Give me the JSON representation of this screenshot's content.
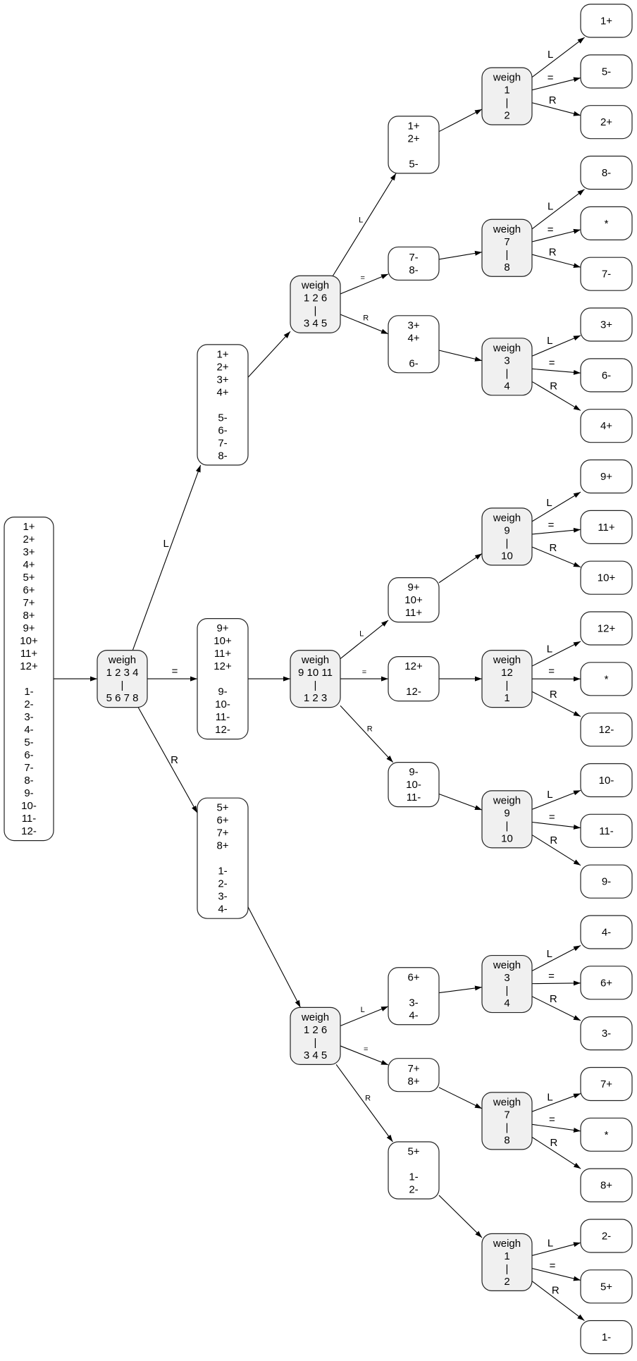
{
  "colors": {
    "weigh_fill": "#f0f0f0",
    "set_fill": "#ffffff",
    "stroke": "#222222",
    "text": "#000000"
  },
  "nodes": [
    {
      "id": "root",
      "kind": "set",
      "lines": [
        "1+",
        "2+",
        "3+",
        "4+",
        "5+",
        "6+",
        "7+",
        "8+",
        "9+",
        "10+",
        "11+",
        "12+",
        "",
        "1-",
        "2-",
        "3-",
        "4-",
        "5-",
        "6-",
        "7-",
        "8-",
        "9-",
        "10-",
        "11-",
        "12-"
      ]
    },
    {
      "id": "w0",
      "kind": "weigh",
      "lines": [
        "weigh",
        "1 2 3 4",
        "|",
        "5 6 7 8"
      ]
    },
    {
      "id": "sL",
      "kind": "set",
      "lines": [
        "1+",
        "2+",
        "3+",
        "4+",
        "",
        "5-",
        "6-",
        "7-",
        "8-"
      ]
    },
    {
      "id": "sE",
      "kind": "set",
      "lines": [
        "9+",
        "10+",
        "11+",
        "12+",
        "",
        "9-",
        "10-",
        "11-",
        "12-"
      ]
    },
    {
      "id": "sR",
      "kind": "set",
      "lines": [
        "5+",
        "6+",
        "7+",
        "8+",
        "",
        "1-",
        "2-",
        "3-",
        "4-"
      ]
    },
    {
      "id": "wL",
      "kind": "weigh",
      "lines": [
        "weigh",
        "1 2 6",
        "|",
        "3 4 5"
      ]
    },
    {
      "id": "wE",
      "kind": "weigh",
      "lines": [
        "weigh",
        "9 10 11",
        "|",
        "1 2 3"
      ]
    },
    {
      "id": "wR",
      "kind": "weigh",
      "lines": [
        "weigh",
        "1 2 6",
        "|",
        "3 4 5"
      ]
    },
    {
      "id": "a1",
      "kind": "set",
      "lines": [
        "1+",
        "2+",
        "",
        "5-"
      ]
    },
    {
      "id": "a2",
      "kind": "set",
      "lines": [
        "7-",
        "8-"
      ]
    },
    {
      "id": "a3",
      "kind": "set",
      "lines": [
        "3+",
        "4+",
        "",
        "6-"
      ]
    },
    {
      "id": "a4",
      "kind": "set",
      "lines": [
        "9+",
        "10+",
        "11+"
      ]
    },
    {
      "id": "a5",
      "kind": "set",
      "lines": [
        "12+",
        "",
        "12-"
      ]
    },
    {
      "id": "a6",
      "kind": "set",
      "lines": [
        "9-",
        "10-",
        "11-"
      ]
    },
    {
      "id": "a7",
      "kind": "set",
      "lines": [
        "6+",
        "",
        "3-",
        "4-"
      ]
    },
    {
      "id": "a8",
      "kind": "set",
      "lines": [
        "7+",
        "8+"
      ]
    },
    {
      "id": "a9",
      "kind": "set",
      "lines": [
        "5+",
        "",
        "1-",
        "2-"
      ]
    },
    {
      "id": "b1",
      "kind": "weigh",
      "lines": [
        "weigh",
        "1",
        "|",
        "2"
      ]
    },
    {
      "id": "b2",
      "kind": "weigh",
      "lines": [
        "weigh",
        "7",
        "|",
        "8"
      ]
    },
    {
      "id": "b3",
      "kind": "weigh",
      "lines": [
        "weigh",
        "3",
        "|",
        "4"
      ]
    },
    {
      "id": "b4",
      "kind": "weigh",
      "lines": [
        "weigh",
        "9",
        "|",
        "10"
      ]
    },
    {
      "id": "b5",
      "kind": "weigh",
      "lines": [
        "weigh",
        "12",
        "|",
        "1"
      ]
    },
    {
      "id": "b6",
      "kind": "weigh",
      "lines": [
        "weigh",
        "9",
        "|",
        "10"
      ]
    },
    {
      "id": "b7",
      "kind": "weigh",
      "lines": [
        "weigh",
        "3",
        "|",
        "4"
      ]
    },
    {
      "id": "b8",
      "kind": "weigh",
      "lines": [
        "weigh",
        "7",
        "|",
        "8"
      ]
    },
    {
      "id": "b9",
      "kind": "weigh",
      "lines": [
        "weigh",
        "1",
        "|",
        "2"
      ]
    },
    {
      "id": "l1",
      "kind": "leaf",
      "lines": [
        "1+"
      ]
    },
    {
      "id": "l2",
      "kind": "leaf",
      "lines": [
        "5-"
      ]
    },
    {
      "id": "l3",
      "kind": "leaf",
      "lines": [
        "2+"
      ]
    },
    {
      "id": "l4",
      "kind": "leaf",
      "lines": [
        "8-"
      ]
    },
    {
      "id": "l5",
      "kind": "leaf",
      "lines": [
        "*"
      ]
    },
    {
      "id": "l6",
      "kind": "leaf",
      "lines": [
        "7-"
      ]
    },
    {
      "id": "l7",
      "kind": "leaf",
      "lines": [
        "3+"
      ]
    },
    {
      "id": "l8",
      "kind": "leaf",
      "lines": [
        "6-"
      ]
    },
    {
      "id": "l9",
      "kind": "leaf",
      "lines": [
        "4+"
      ]
    },
    {
      "id": "l10",
      "kind": "leaf",
      "lines": [
        "9+"
      ]
    },
    {
      "id": "l11",
      "kind": "leaf",
      "lines": [
        "11+"
      ]
    },
    {
      "id": "l12",
      "kind": "leaf",
      "lines": [
        "10+"
      ]
    },
    {
      "id": "l13",
      "kind": "leaf",
      "lines": [
        "12+"
      ]
    },
    {
      "id": "l14",
      "kind": "leaf",
      "lines": [
        "*"
      ]
    },
    {
      "id": "l15",
      "kind": "leaf",
      "lines": [
        "12-"
      ]
    },
    {
      "id": "l16",
      "kind": "leaf",
      "lines": [
        "10-"
      ]
    },
    {
      "id": "l17",
      "kind": "leaf",
      "lines": [
        "11-"
      ]
    },
    {
      "id": "l18",
      "kind": "leaf",
      "lines": [
        "9-"
      ]
    },
    {
      "id": "l19",
      "kind": "leaf",
      "lines": [
        "4-"
      ]
    },
    {
      "id": "l20",
      "kind": "leaf",
      "lines": [
        "6+"
      ]
    },
    {
      "id": "l21",
      "kind": "leaf",
      "lines": [
        "3-"
      ]
    },
    {
      "id": "l22",
      "kind": "leaf",
      "lines": [
        "7+"
      ]
    },
    {
      "id": "l23",
      "kind": "leaf",
      "lines": [
        "*"
      ]
    },
    {
      "id": "l24",
      "kind": "leaf",
      "lines": [
        "8+"
      ]
    },
    {
      "id": "l25",
      "kind": "leaf",
      "lines": [
        "2-"
      ]
    },
    {
      "id": "l26",
      "kind": "leaf",
      "lines": [
        "5+"
      ]
    },
    {
      "id": "l27",
      "kind": "leaf",
      "lines": [
        "1-"
      ]
    }
  ],
  "edges": [
    {
      "from": "root",
      "to": "w0",
      "label": ""
    },
    {
      "from": "w0",
      "to": "sL",
      "label": "L"
    },
    {
      "from": "w0",
      "to": "sE",
      "label": "="
    },
    {
      "from": "w0",
      "to": "sR",
      "label": "R"
    },
    {
      "from": "sL",
      "to": "wL",
      "label": ""
    },
    {
      "from": "sE",
      "to": "wE",
      "label": ""
    },
    {
      "from": "sR",
      "to": "wR",
      "label": ""
    },
    {
      "from": "wL",
      "to": "a1",
      "label": "L"
    },
    {
      "from": "wL",
      "to": "a2",
      "label": "="
    },
    {
      "from": "wL",
      "to": "a3",
      "label": "R"
    },
    {
      "from": "wE",
      "to": "a4",
      "label": "L"
    },
    {
      "from": "wE",
      "to": "a5",
      "label": "="
    },
    {
      "from": "wE",
      "to": "a6",
      "label": "R"
    },
    {
      "from": "wR",
      "to": "a7",
      "label": "L"
    },
    {
      "from": "wR",
      "to": "a8",
      "label": "="
    },
    {
      "from": "wR",
      "to": "a9",
      "label": "R"
    },
    {
      "from": "a1",
      "to": "b1",
      "label": ""
    },
    {
      "from": "a2",
      "to": "b2",
      "label": ""
    },
    {
      "from": "a3",
      "to": "b3",
      "label": ""
    },
    {
      "from": "a4",
      "to": "b4",
      "label": ""
    },
    {
      "from": "a5",
      "to": "b5",
      "label": ""
    },
    {
      "from": "a6",
      "to": "b6",
      "label": ""
    },
    {
      "from": "a7",
      "to": "b7",
      "label": ""
    },
    {
      "from": "a8",
      "to": "b8",
      "label": ""
    },
    {
      "from": "a9",
      "to": "b9",
      "label": ""
    },
    {
      "from": "b1",
      "to": "l1",
      "label": "L"
    },
    {
      "from": "b1",
      "to": "l2",
      "label": "="
    },
    {
      "from": "b1",
      "to": "l3",
      "label": "R"
    },
    {
      "from": "b2",
      "to": "l4",
      "label": "L"
    },
    {
      "from": "b2",
      "to": "l5",
      "label": "="
    },
    {
      "from": "b2",
      "to": "l6",
      "label": "R"
    },
    {
      "from": "b3",
      "to": "l7",
      "label": "L"
    },
    {
      "from": "b3",
      "to": "l8",
      "label": "="
    },
    {
      "from": "b3",
      "to": "l9",
      "label": "R"
    },
    {
      "from": "b4",
      "to": "l10",
      "label": "L"
    },
    {
      "from": "b4",
      "to": "l11",
      "label": "="
    },
    {
      "from": "b4",
      "to": "l12",
      "label": "R"
    },
    {
      "from": "b5",
      "to": "l13",
      "label": "L"
    },
    {
      "from": "b5",
      "to": "l14",
      "label": "="
    },
    {
      "from": "b5",
      "to": "l15",
      "label": "R"
    },
    {
      "from": "b6",
      "to": "l16",
      "label": "L"
    },
    {
      "from": "b6",
      "to": "l17",
      "label": "="
    },
    {
      "from": "b6",
      "to": "l18",
      "label": "R"
    },
    {
      "from": "b7",
      "to": "l19",
      "label": "L"
    },
    {
      "from": "b7",
      "to": "l20",
      "label": "="
    },
    {
      "from": "b7",
      "to": "l21",
      "label": "R"
    },
    {
      "from": "b8",
      "to": "l22",
      "label": "L"
    },
    {
      "from": "b8",
      "to": "l23",
      "label": "="
    },
    {
      "from": "b8",
      "to": "l24",
      "label": "R"
    },
    {
      "from": "b9",
      "to": "l25",
      "label": "L"
    },
    {
      "from": "b9",
      "to": "l26",
      "label": "="
    },
    {
      "from": "b9",
      "to": "l27",
      "label": "R"
    }
  ]
}
